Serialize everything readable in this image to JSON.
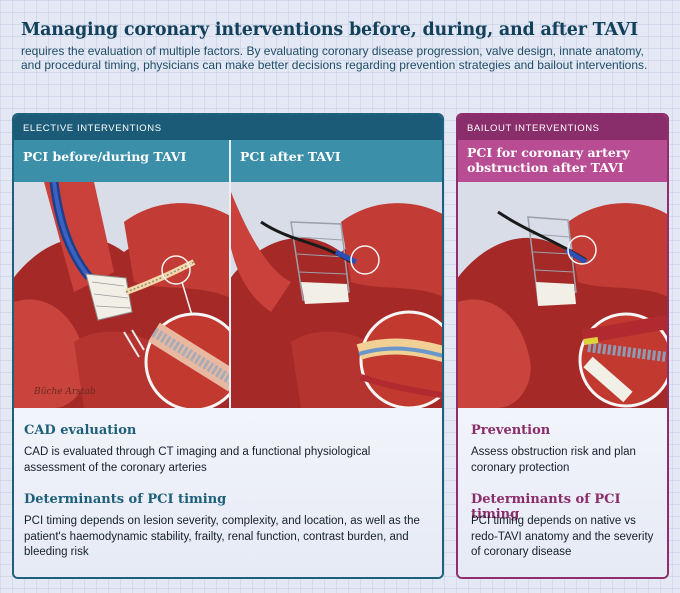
{
  "title": "Managing coronary interventions before, during, and after TAVI",
  "intro": "requires the evaluation of multiple factors. By evaluating coronary disease progression, valve design, innate anatomy, and procedural timing, physicians can make better decisions regarding prevention strategies and bailout interventions.",
  "elective": {
    "band": "ELECTIVE INTERVENTIONS",
    "col1": {
      "title": "PCI before/during TAVI",
      "signature": "Büche Arstab"
    },
    "col2": {
      "title": "PCI after TAVI"
    },
    "section1": {
      "title": "CAD evaluation",
      "text": "CAD is evaluated through CT imaging and a functional physiological assessment of the coronary arteries"
    },
    "section2": {
      "title": "Determinants of PCI timing",
      "text": "PCI timing depends on lesion severity, complexity, and location, as well as the patient's haemodynamic stability, frailty, renal function, contrast burden, and bleeding risk"
    }
  },
  "bailout": {
    "band": "BAILOUT INTERVENTIONS",
    "col": {
      "title": "PCI for coronary artery obstruction after TAVI"
    },
    "section1": {
      "title": "Prevention",
      "text": "Assess obstruction risk and plan coronary protection"
    },
    "section2": {
      "title": "Determinants of PCI timing",
      "text": "PCI timing depends on native vs redo-TAVI anatomy and the severity of coronary disease"
    }
  },
  "colors": {
    "elective_dark": "#1b5b77",
    "elective_light": "#3c8fa8",
    "bailout_dark": "#8a2d6b",
    "bailout_light": "#b94d93",
    "heart_tissue": "#b8322e"
  }
}
